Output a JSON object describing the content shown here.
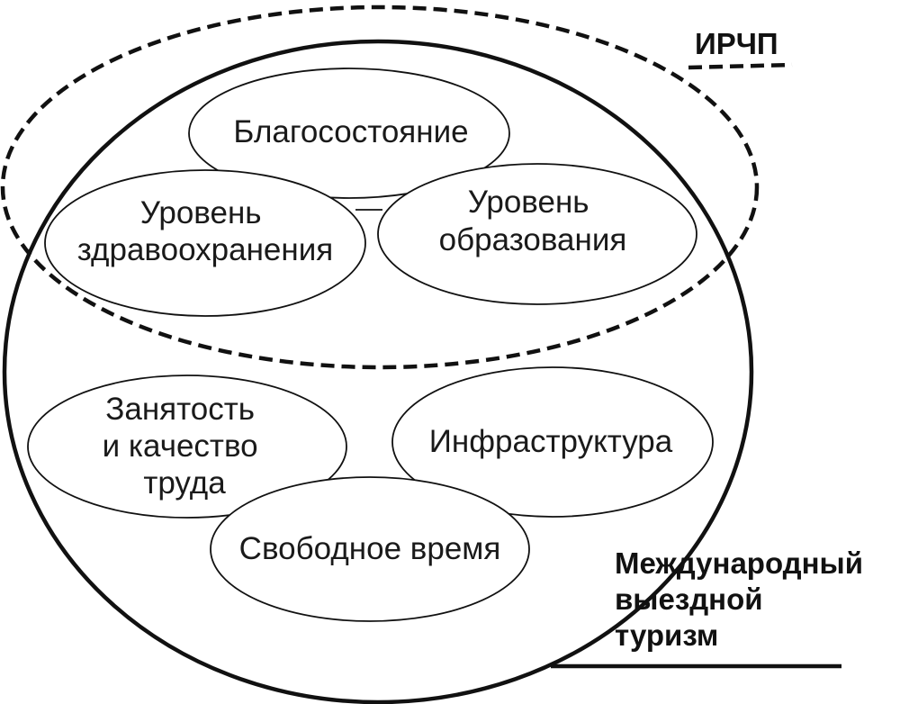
{
  "diagram": {
    "label_irchp": "ИРЧП",
    "label_tourism": [
      "Международный",
      "выездной",
      "туризм"
    ],
    "nodes": {
      "welfare": [
        "Благосостояние"
      ],
      "health": [
        "Уровень",
        "здравоохранения"
      ],
      "education": [
        "Уровень",
        "образования"
      ],
      "employment": [
        "Занятость",
        "и качество",
        "труда"
      ],
      "infrastructure": [
        "Инфраструктура"
      ],
      "leisure": [
        "Свободное время"
      ]
    }
  }
}
